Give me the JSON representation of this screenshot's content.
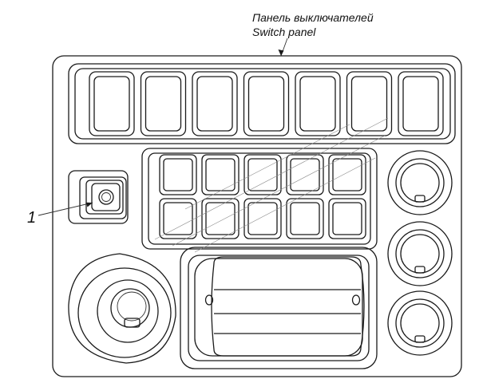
{
  "labels": {
    "title_ru": "Панель выключателей",
    "title_en": "Switch panel",
    "callout_1": "1"
  },
  "colors": {
    "line": "#1a1a1a",
    "background": "#ffffff"
  },
  "parts": {
    "top_switch_count": 7,
    "middle_switch_rows": 2,
    "middle_switch_columns": 5,
    "right_round_knob_count": 3
  }
}
